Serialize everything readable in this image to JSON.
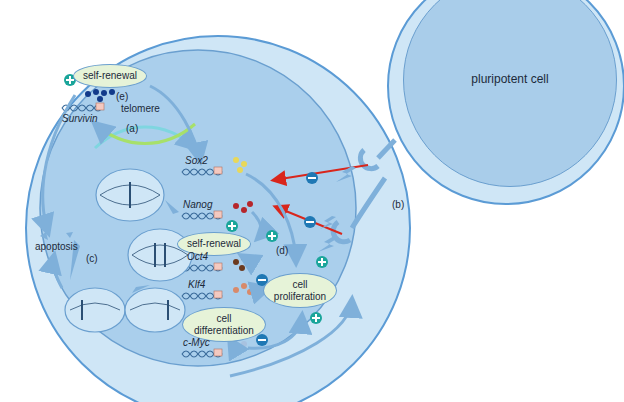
{
  "diagram": {
    "nodes": [
      {
        "text": [
          "self-renewal"
        ]
      },
      {
        "text": [
          "pluripotent cell"
        ]
      },
      {
        "text": [
          "self-renewal"
        ]
      },
      {
        "text": [
          "cell proliferation"
        ]
      },
      {
        "text": [
          "cell differentiation"
        ]
      }
    ],
    "labels": [
      "(a)",
      "(b)",
      "(c)",
      "(d)",
      "(e)",
      "telomere",
      "Survivin",
      "Sox2",
      "Nanog",
      "Oct4",
      "Klf4",
      "c-Myc",
      "apoptosis"
    ]
  }
}
